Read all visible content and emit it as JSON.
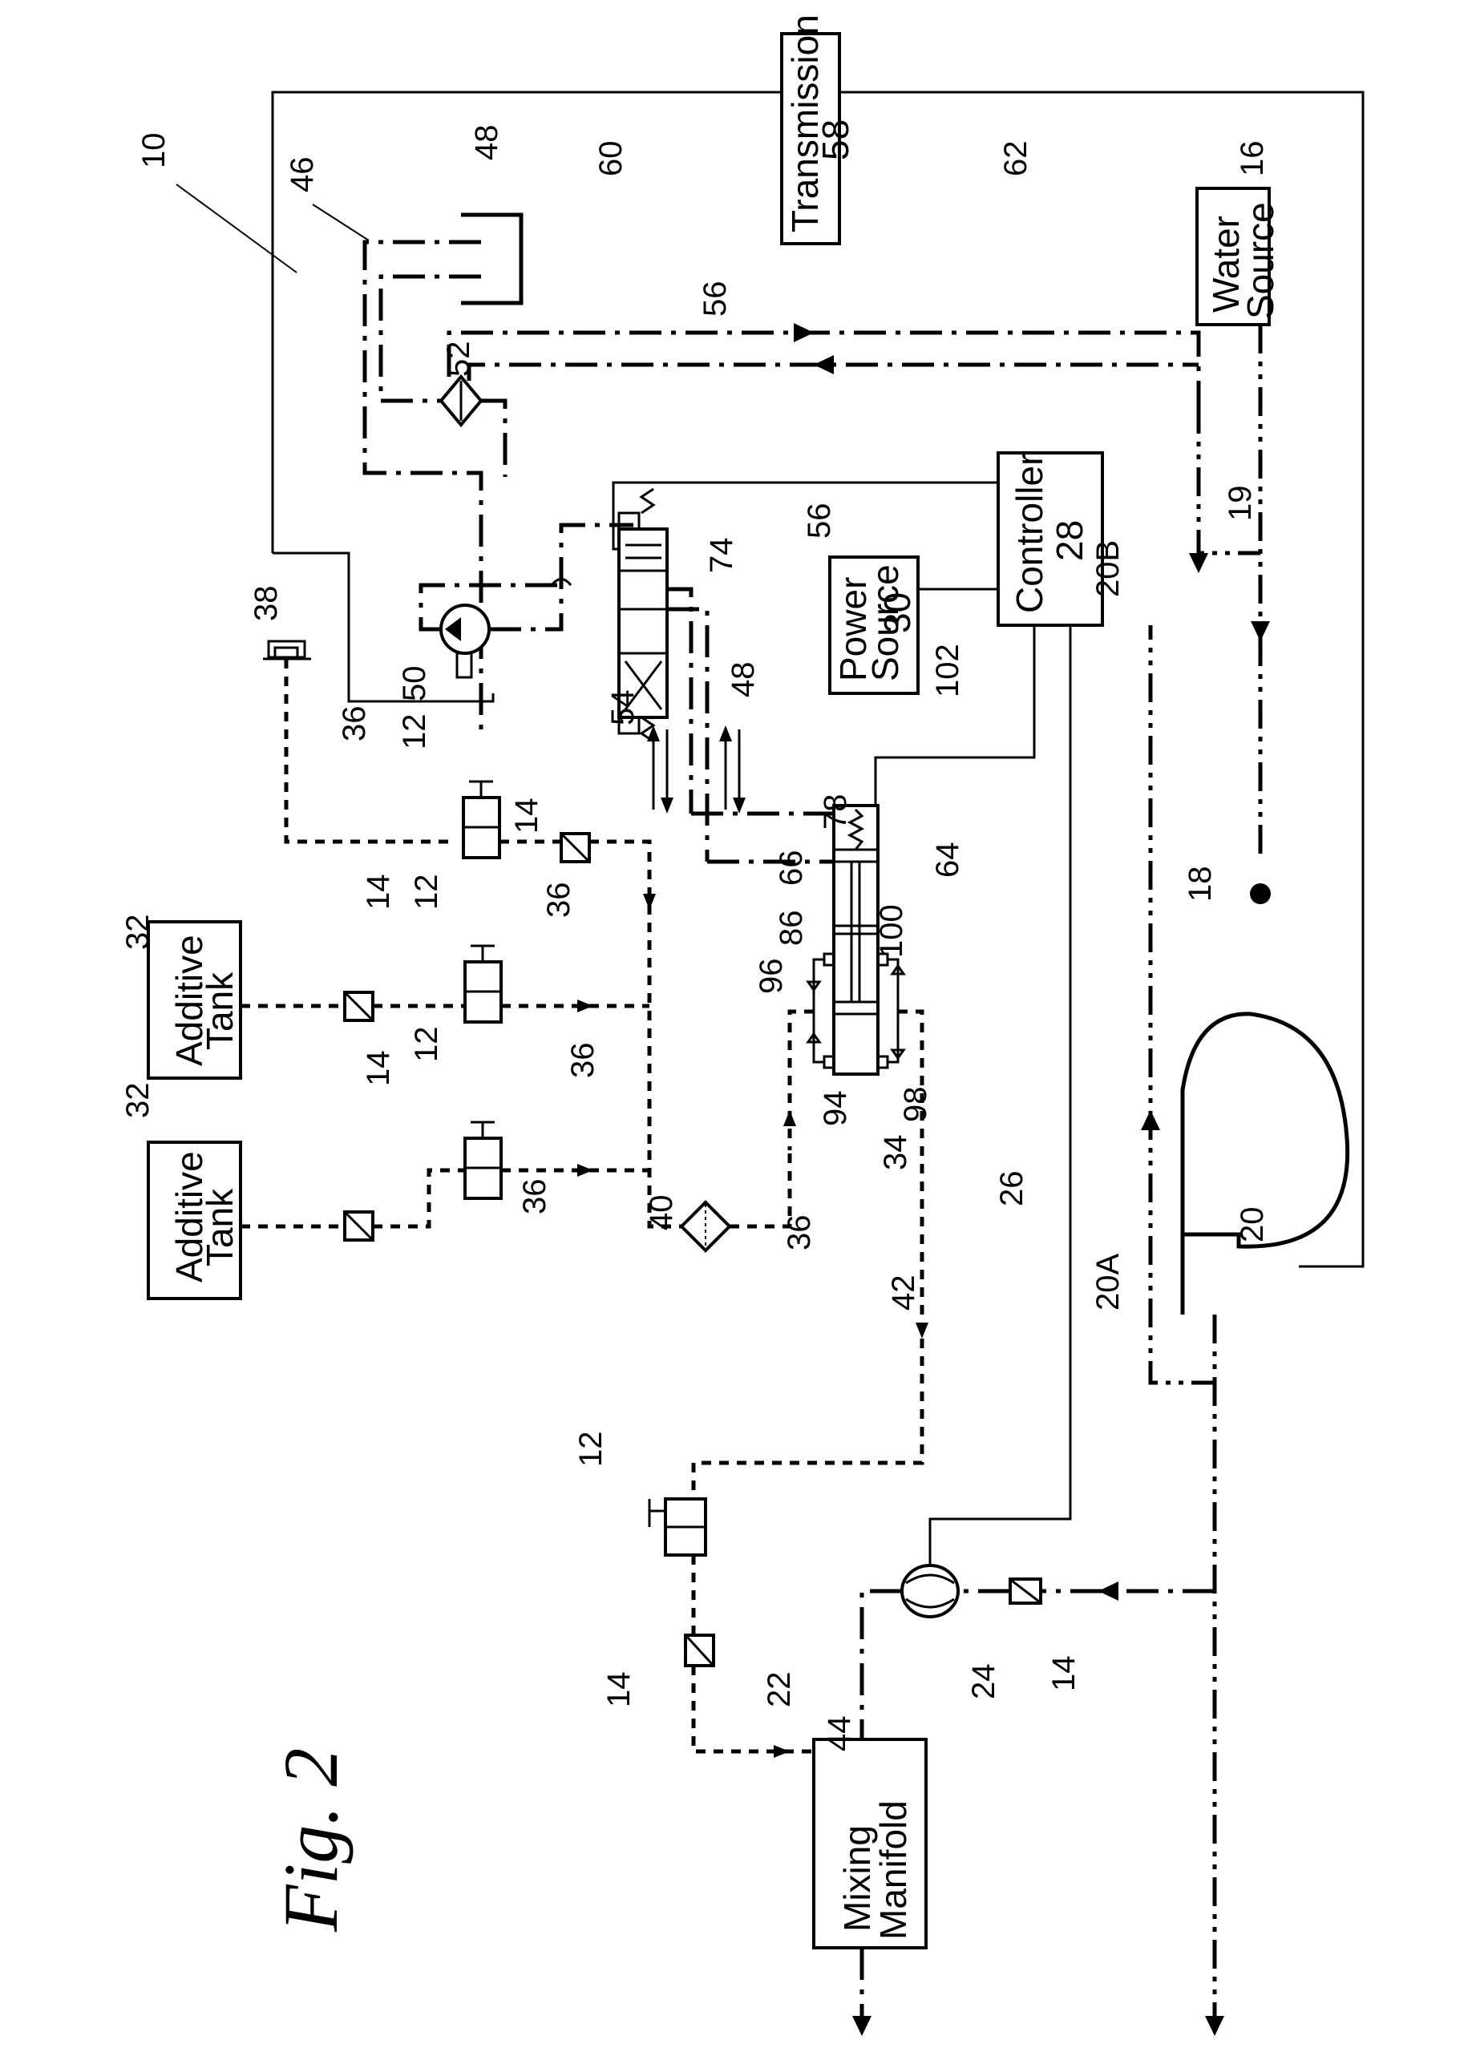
{
  "figure": {
    "title": "Fig. 2",
    "orientation": "rotated 90° counter-clockwise (text reads bottom-to-top)"
  },
  "components": {
    "transmission": {
      "name": "Transmission",
      "ref": "58"
    },
    "water_source": {
      "name": "Water Source",
      "line1": "Water",
      "line2": "Source",
      "ref": "16"
    },
    "controller": {
      "name": "Controller",
      "ref": "28"
    },
    "power_source": {
      "name": "Power Source",
      "line1": "Power",
      "line2": "Source",
      "ref": "30"
    },
    "additive_tank_1": {
      "line1": "Additive",
      "line2": "Tank",
      "ref": "32"
    },
    "additive_tank_2": {
      "line1": "Additive",
      "line2": "Tank",
      "ref": "32"
    },
    "mixing_manifold": {
      "line1": "Mixing",
      "line2": "Manifold",
      "ref": "22"
    }
  },
  "reference_numerals": {
    "system": "10",
    "valve": "12",
    "check_valve": "14",
    "water_source": "16",
    "pump": "18",
    "water_line_19": "19",
    "line_20": "20",
    "line_20a": "20A",
    "line_20b": "20B",
    "flow_meter": "24",
    "signal_26": "26",
    "pump_34": "34",
    "additive_line": "36",
    "reservoir": "38",
    "filter": "40",
    "line_42": "42",
    "output_44": "44",
    "hydraulic_circuit": "46",
    "hydraulic_lines": "48",
    "hydraulic_pump": "50",
    "heat_exchanger": "52",
    "directional_valve": "54",
    "line_56_top": "56",
    "line_56_power": "56",
    "shaft_60": "60",
    "shaft_62": "62",
    "cylinder_64": "64",
    "piston_rod_66": "66",
    "signal_74": "74",
    "sensor_78": "78",
    "piston_86": "86",
    "check_94": "94",
    "check_96": "96",
    "check_98": "98",
    "check_100": "100",
    "signal_102": "102"
  },
  "caption_lines": {
    "fig_label": "Fig. 2"
  }
}
